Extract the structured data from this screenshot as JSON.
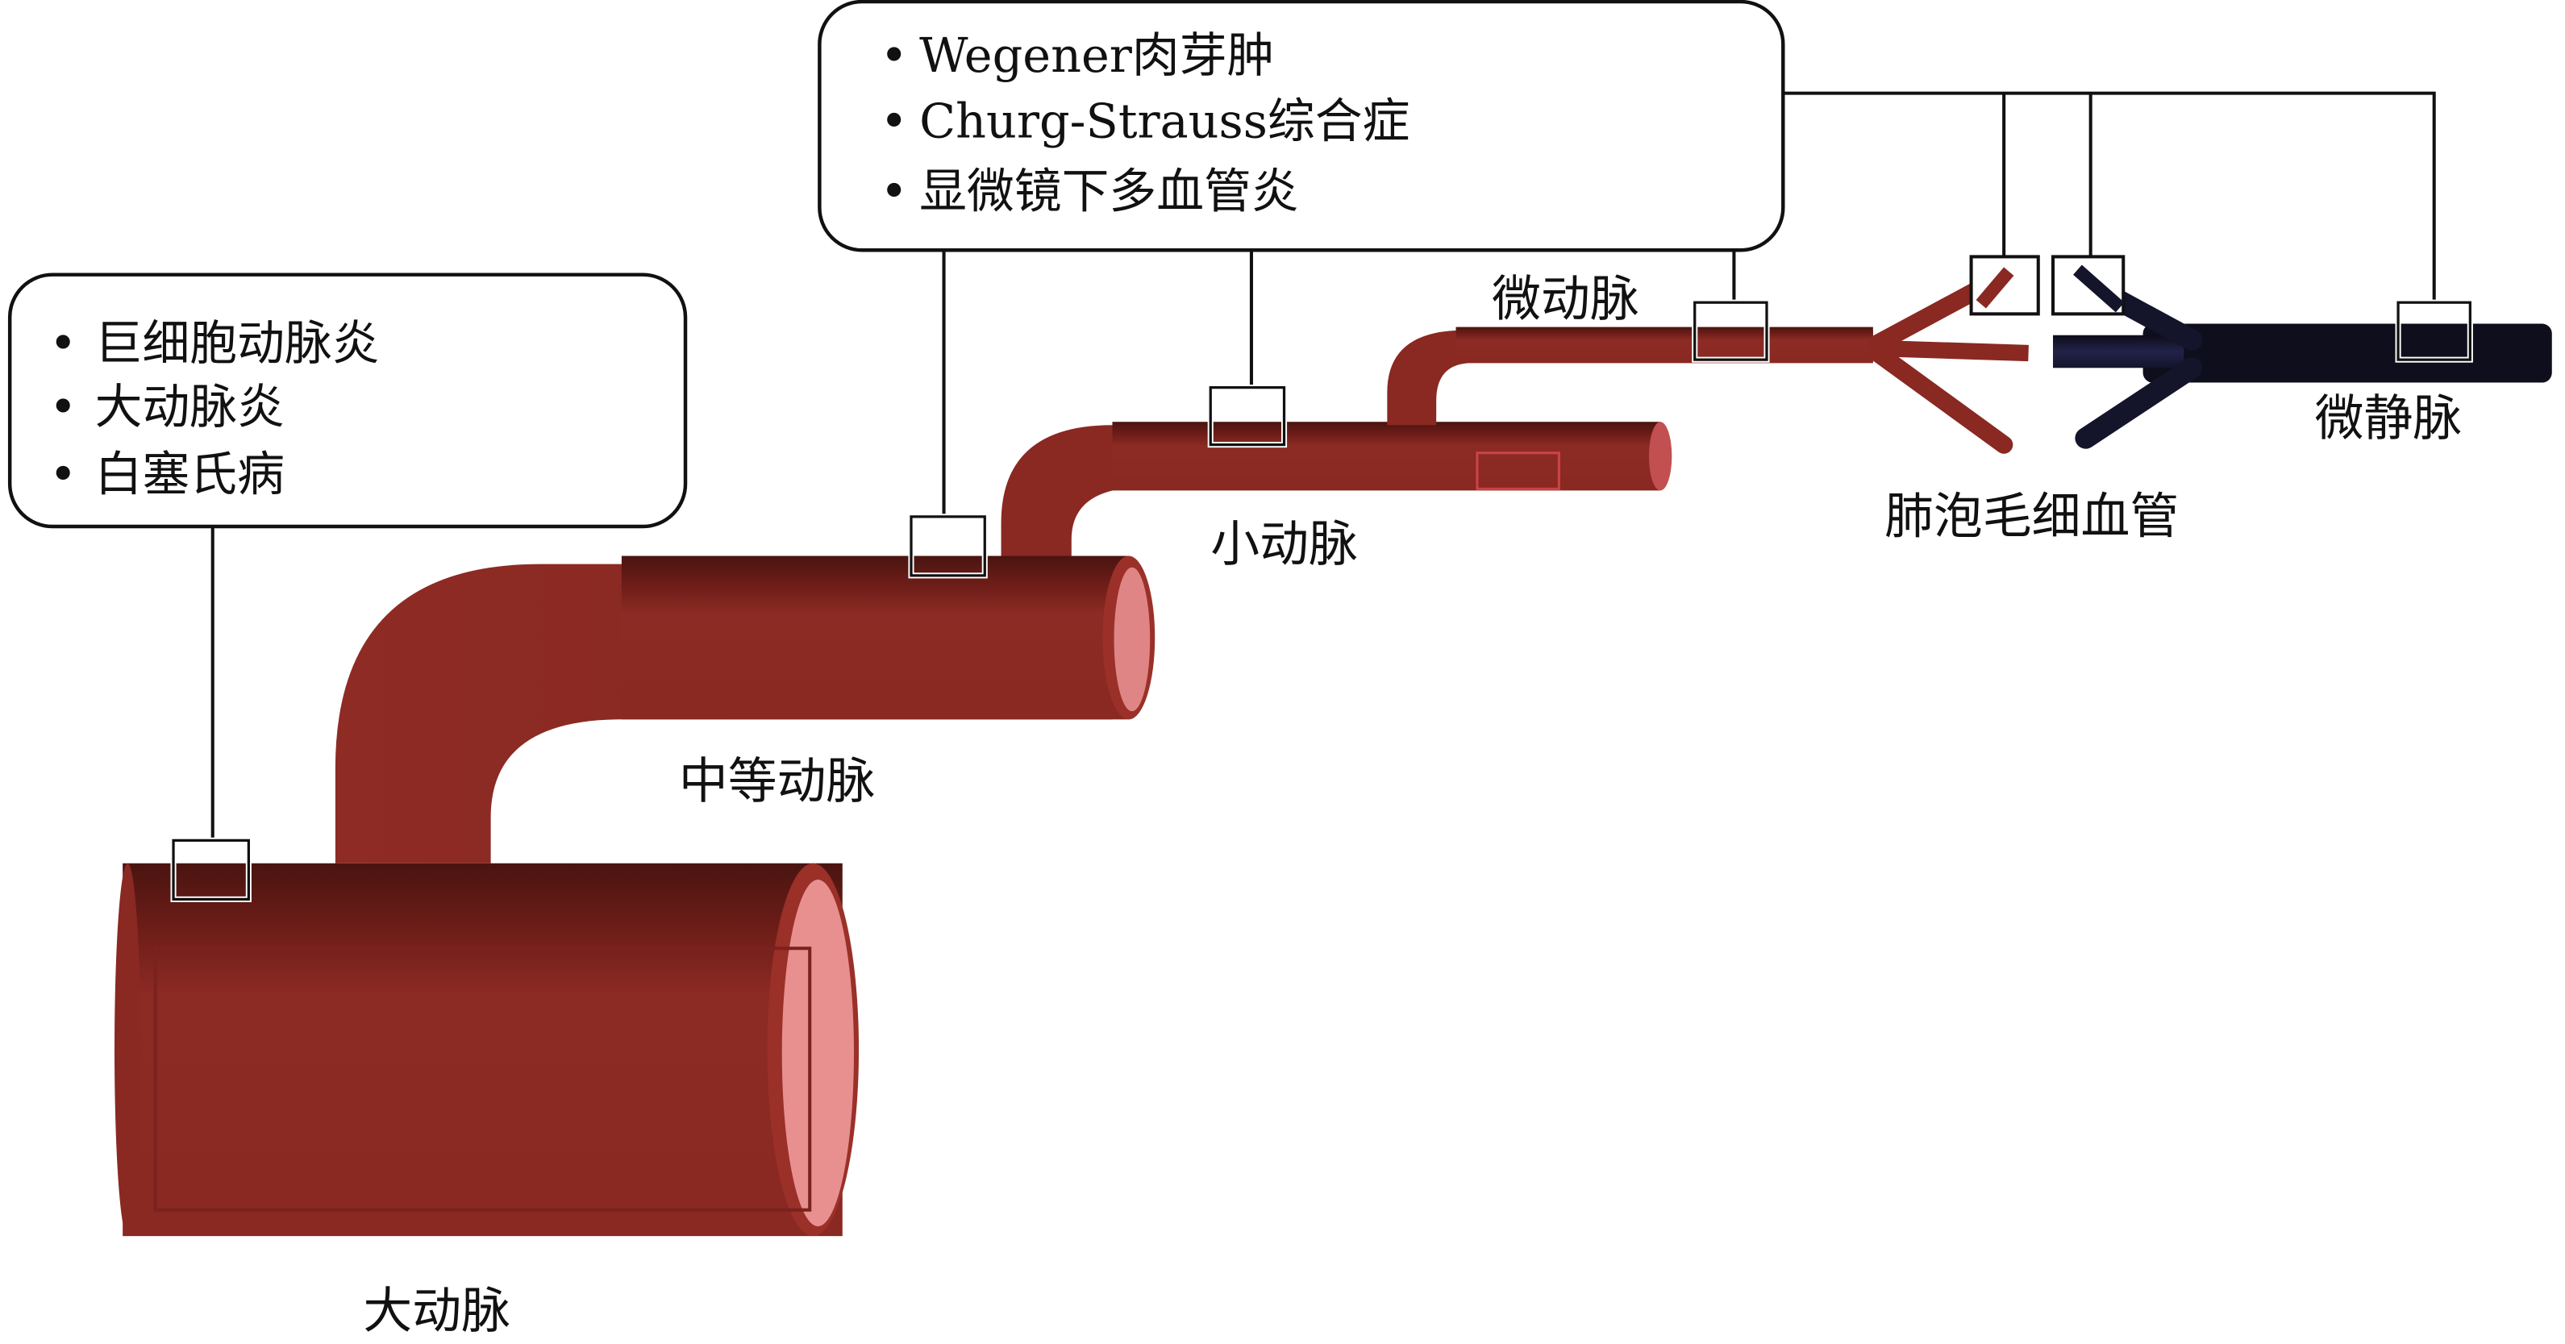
{
  "title": "血管炎受累血管分布示意图",
  "vessels": {
    "aorta": "大动脉",
    "medium_artery": "中等动脉",
    "small_artery": "小动脉",
    "arteriole": "微动脉",
    "alveolar_capillary": "肺泡毛细血管",
    "venule": "微静脉"
  },
  "callouts": {
    "large_vessel": {
      "items": [
        "巨细胞动脉炎",
        "大动脉炎",
        "白塞氏病"
      ]
    },
    "small_vessel": {
      "items": [
        "Wegener肉芽肿",
        "Churg-Strauss综合症",
        "显微镜下多血管炎"
      ]
    }
  },
  "bullet": "•",
  "colors": {
    "artery": "#8c2a24",
    "artery_dark": "#4a1410",
    "artery_cap": "#e89090",
    "vein": "#14142a",
    "vein_mid": "#1e1e4a"
  }
}
